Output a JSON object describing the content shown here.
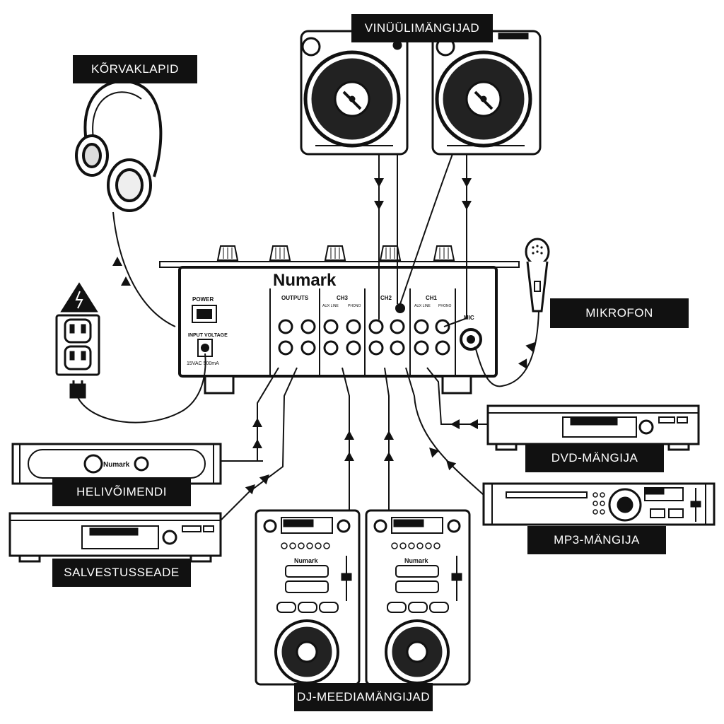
{
  "labels": {
    "vinyl_players": "VINÜÜLIMÄNGIJAD",
    "headphones": "KÕRVAKLAPID",
    "microphone": "MIKROFON",
    "dvd_player": "DVD-MÄNGIJA",
    "amplifier": "HELIVÕIMENDI",
    "mp3_player": "MP3-MÄNGIJA",
    "recorder": "SALVESTUSSEADE",
    "dj_media_players": "DJ-MEEDIAMÄNGIJAD"
  },
  "mixer": {
    "brand": "Numark",
    "power_label": "POWER",
    "input_voltage_label": "INPUT VOLTAGE",
    "voltage_rating": "15VAC 500mA",
    "outputs_label": "OUTPUTS",
    "ch3_label": "CH3",
    "ch2_label": "CH2",
    "ch1_label": "CH1",
    "mic_label": "MIC",
    "aux_line_label": "AUX LINE",
    "phono_label": "PHONO"
  },
  "amplifier": {
    "brand": "Numark"
  },
  "media_player": {
    "brand": "Numark"
  }
}
